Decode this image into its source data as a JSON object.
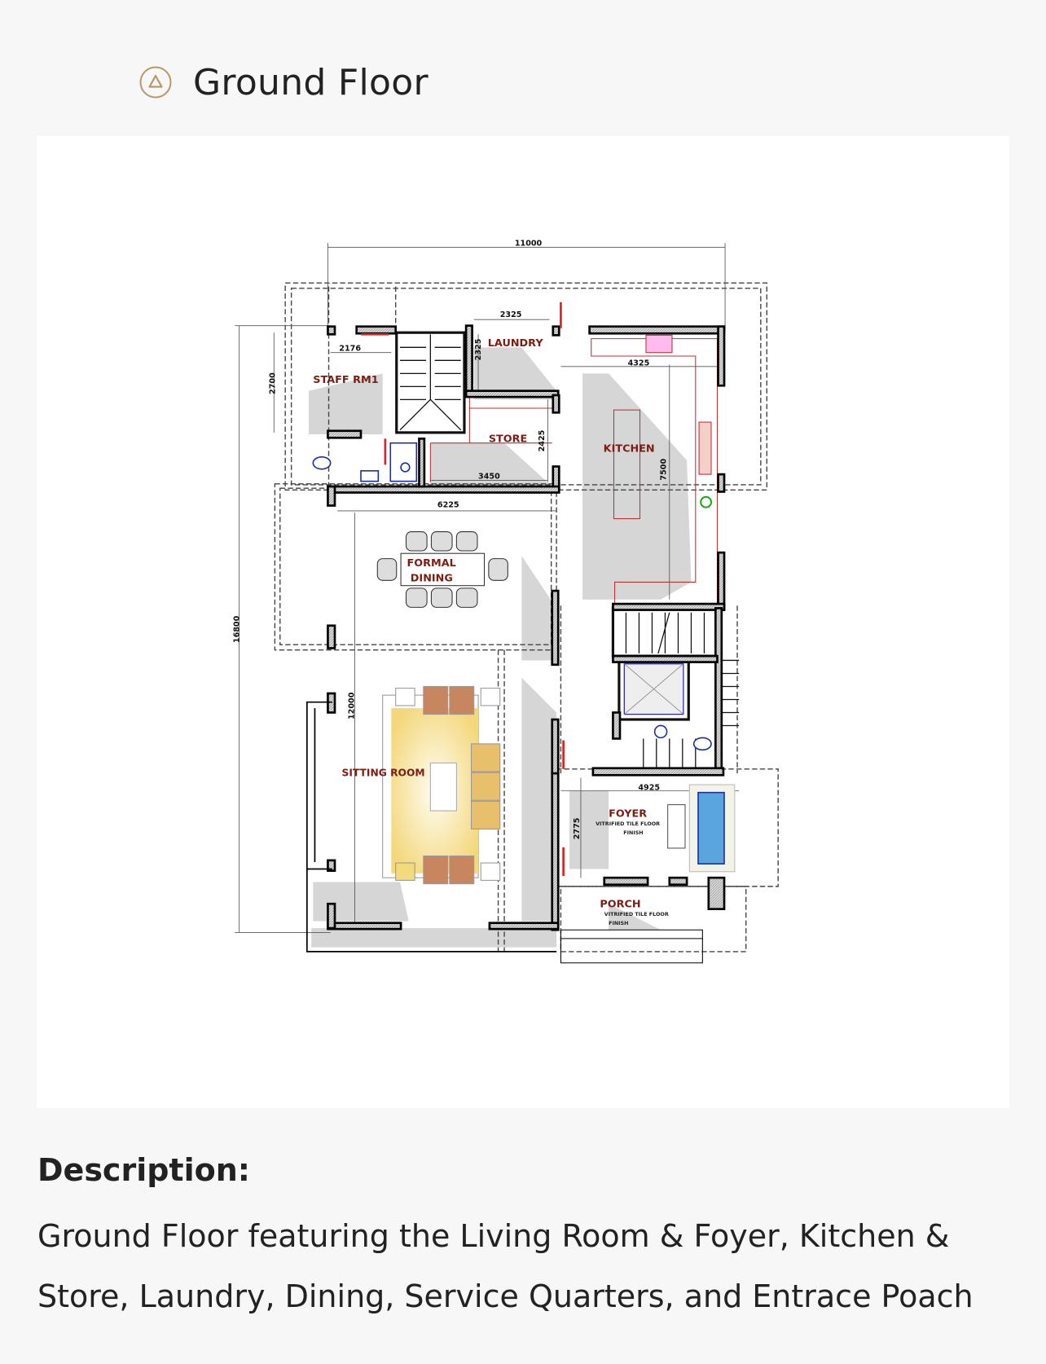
{
  "header": {
    "title": "Ground Floor",
    "icon": "triangle-circle-icon",
    "accent": "#b8976a"
  },
  "floor_plan": {
    "rooms": {
      "staff_room": "STAFF RM1",
      "laundry": "LAUNDRY",
      "store": "STORE",
      "kitchen": "KITCHEN",
      "formal_dining_1": "FORMAL",
      "formal_dining_2": "DINING",
      "sitting_room": "SITTING ROOM",
      "foyer": "FOYER",
      "porch": "PORCH"
    },
    "notes": {
      "foyer_finish_1": "VITRIFIED TILE FLOOR",
      "foyer_finish_2": "FINISH",
      "porch_finish_1": "VITRIFIED TILE FLOOR",
      "porch_finish_2": "FINISH"
    },
    "dimensions": {
      "overall_width": "11000",
      "overall_depth": "16800",
      "staff_depth": "2700",
      "staff_width": "2176",
      "laundry_width": "2325",
      "laundry_depth": "2325",
      "kitchen_width": "4325",
      "kitchen_depth": "7500",
      "store_depth": "2425",
      "store_width": "3450",
      "dining_width": "6225",
      "living_depth": "12000",
      "foyer_width": "4925",
      "foyer_depth": "2775"
    }
  },
  "description": {
    "label": "Description:",
    "text": "Ground Floor featuring the Living Room & Foyer, Kitchen & Store, Laundry, Dining, Service Quarters, and Entrace Poach"
  }
}
